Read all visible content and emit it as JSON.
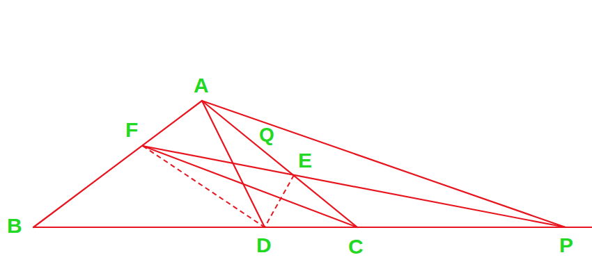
{
  "diagram": {
    "labels": [
      "A",
      "F",
      "Q",
      "E",
      "B",
      "D",
      "C",
      "P"
    ]
  }
}
